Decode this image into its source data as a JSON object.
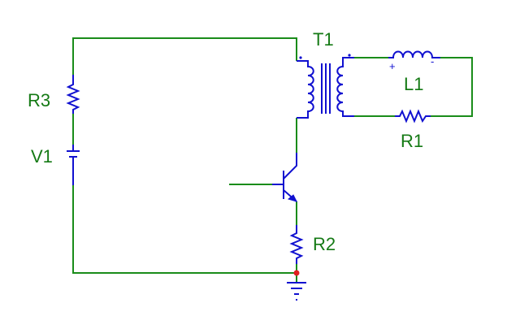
{
  "components": {
    "transformer": {
      "label": "T1"
    },
    "inductor": {
      "label": "L1",
      "plus": "+",
      "minus": "-"
    },
    "resistor_load": {
      "label": "R1"
    },
    "resistor_emitter": {
      "label": "R2"
    },
    "resistor_supply": {
      "label": "R3"
    },
    "battery": {
      "label": "V1"
    }
  },
  "colors": {
    "wire": "#1a8c1a",
    "component": "#1010d0",
    "label": "#157a15",
    "node": "#e02020"
  }
}
